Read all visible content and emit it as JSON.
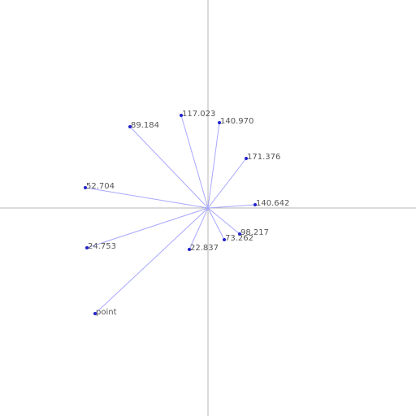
{
  "chart_data": {
    "type": "scatter",
    "subtype": "rays-from-origin",
    "grid": false,
    "xlim": [
      -256,
      256
    ],
    "ylim": [
      -256,
      256
    ],
    "colors": {
      "axis": "#b4b4b4",
      "ray": "#a8a8ff",
      "point": "#2222cc"
    },
    "points": [
      {
        "label": "117.023",
        "x": -33,
        "y": 114
      },
      {
        "label": "140.970",
        "x": 14,
        "y": 105
      },
      {
        "label": "89.184",
        "x": -96,
        "y": 100
      },
      {
        "label": "171.376",
        "x": 47,
        "y": 61
      },
      {
        "label": "52.704",
        "x": -151,
        "y": 25
      },
      {
        "label": "140.642",
        "x": 58,
        "y": 4
      },
      {
        "label": "98.217",
        "x": 39,
        "y": -32
      },
      {
        "label": "73.262",
        "x": 20,
        "y": -39
      },
      {
        "label": "24.753",
        "x": -149,
        "y": -49
      },
      {
        "label": "22.837",
        "x": -23,
        "y": -51
      },
      {
        "label": "point",
        "x": -139,
        "y": -130
      }
    ]
  }
}
